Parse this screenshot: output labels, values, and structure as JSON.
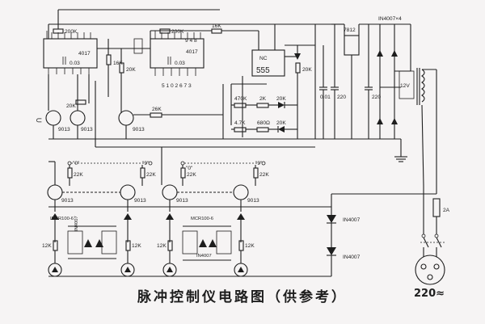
{
  "title": "脉冲控制仪电路图（供参考）",
  "labels": {
    "r200k_a": "200K",
    "r200k_b": "200K",
    "r16k_top": "16K",
    "ic4017_a": "4017",
    "ic4017_b": "4017",
    "c003_a": "0.03",
    "c003_b": "0.03",
    "r16k_mid": "16K",
    "r20k_a": "20K",
    "r20k_b": "20K",
    "pins_top": "9 4 8",
    "pins_bottom": "5 1 0 2 6 7 3",
    "ic555_top": "NC",
    "ic555_bottom": "555",
    "r20k_555": "20K",
    "r470k": "470K",
    "r2k": "2K",
    "r20k_d1": "20K",
    "r47k": "4.7K",
    "r680": "680Ω",
    "r20k_d2": "20K",
    "c001": "0.01",
    "c220_a": "220",
    "c220_b": "220",
    "reg7812": "7812",
    "bridge": "IN4007×4",
    "v12": "12V",
    "r26k": "26K",
    "r20k_left": "20K",
    "t9013_a": "9013",
    "t9013_b": "9013",
    "t9013_c": "9013",
    "sw0_a": "\"0\"",
    "sw9_a": "\"9\"",
    "sw0_b": "\"0\"",
    "sw9_b": "\"9\"",
    "r22k_1": "22K",
    "r22k_2": "22K",
    "r22k_3": "22K",
    "r22k_4": "22K",
    "q9013_1": "9013",
    "q9013_2": "9013",
    "q9013_3": "9013",
    "q9013_4": "9013",
    "mcr_left": "INCR100-6",
    "mcr_right": "MCR100-6",
    "in4007_small_a": "IN4007",
    "in4007_small_b": "IN4007",
    "r12k_1": "12K",
    "r12k_2": "12K",
    "r12k_3": "12K",
    "r12k_4": "12K",
    "in4007_a": "IN4007",
    "in4007_b": "IN4007",
    "fuse": "2A",
    "mains": "220≈",
    "mark_left": "⊂"
  }
}
